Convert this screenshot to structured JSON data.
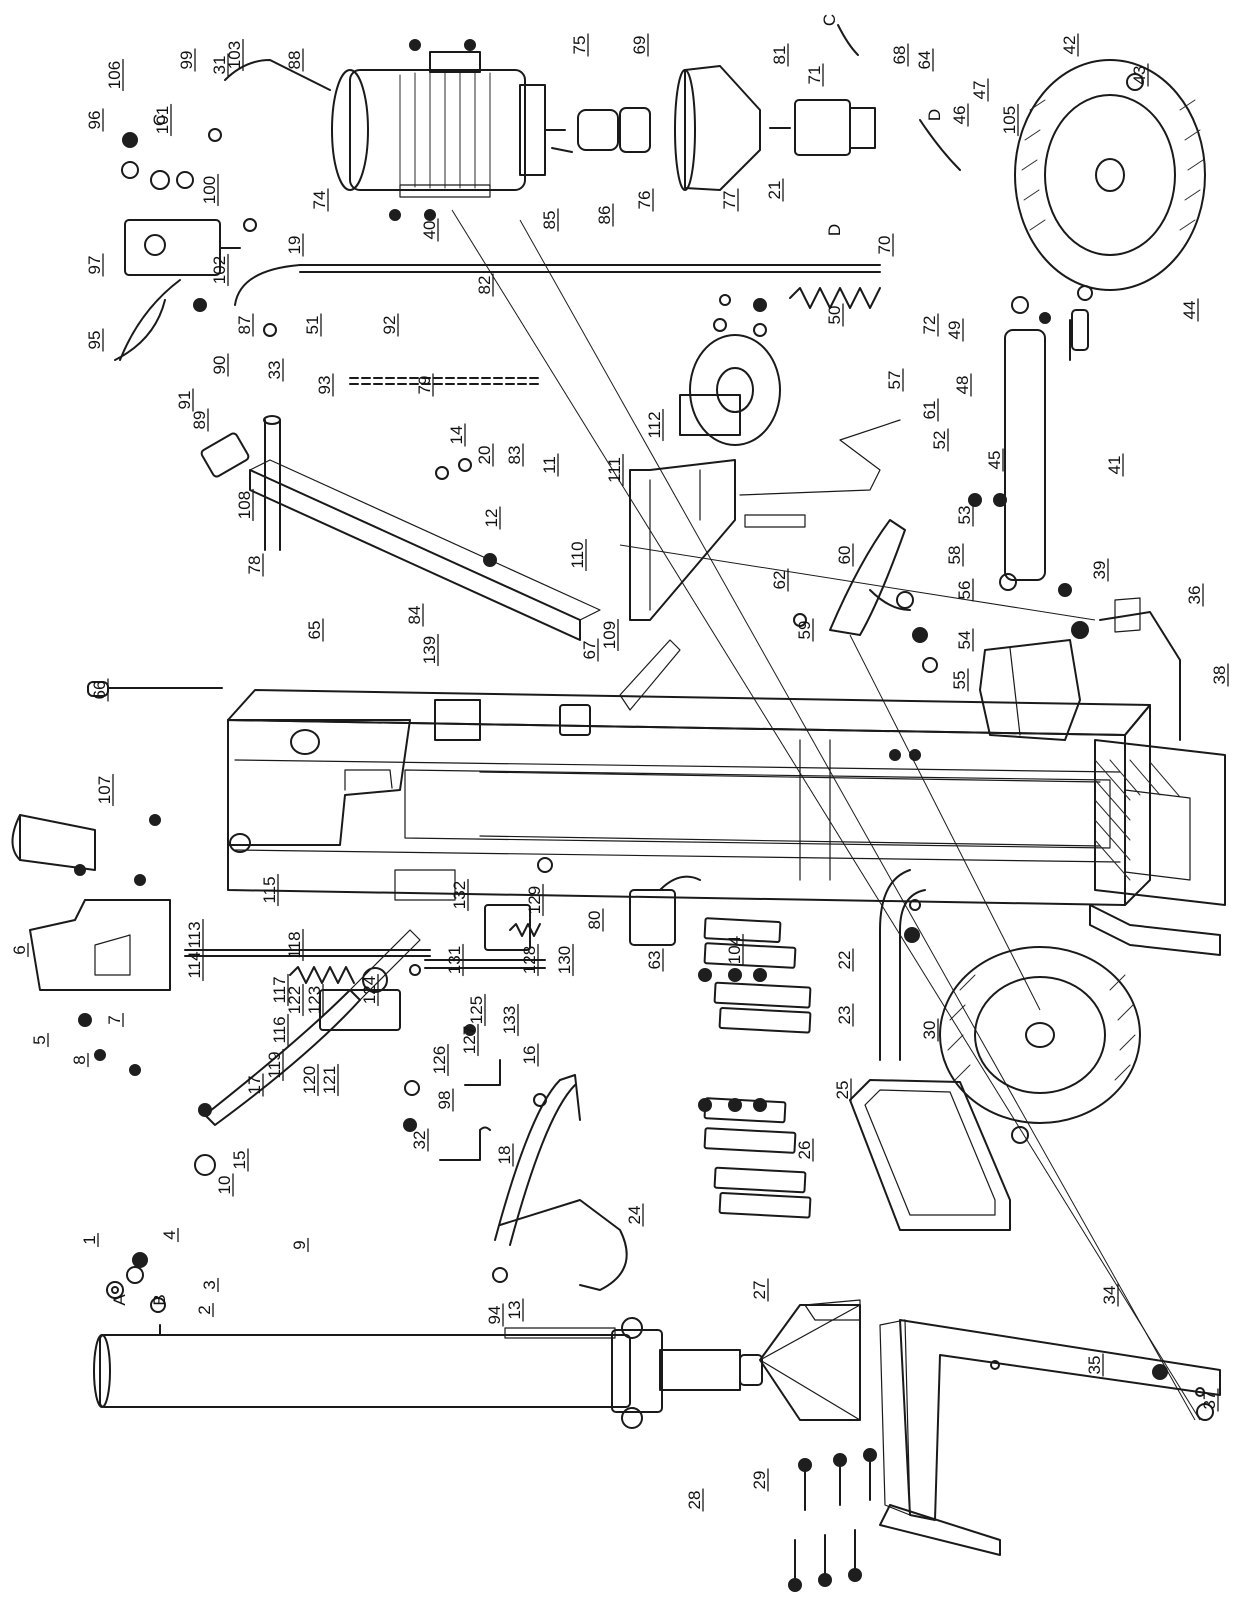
{
  "diagram": {
    "callouts": [
      "1",
      "2",
      "3",
      "4",
      "5",
      "6",
      "7",
      "8",
      "9",
      "10",
      "11",
      "12",
      "13",
      "14",
      "15",
      "16",
      "17",
      "18",
      "19",
      "20",
      "21",
      "22",
      "23",
      "24",
      "25",
      "26",
      "27",
      "28",
      "29",
      "30",
      "31",
      "32",
      "33",
      "34",
      "35",
      "36",
      "37",
      "38",
      "39",
      "40",
      "41",
      "42",
      "43",
      "44",
      "45",
      "46",
      "47",
      "48",
      "49",
      "50",
      "51",
      "52",
      "53",
      "54",
      "55",
      "56",
      "57",
      "58",
      "59",
      "60",
      "61",
      "62",
      "63",
      "64",
      "65",
      "66",
      "67",
      "68",
      "69",
      "70",
      "71",
      "72",
      "74",
      "75",
      "76",
      "77",
      "78",
      "79",
      "80",
      "81",
      "82",
      "83",
      "84",
      "85",
      "86",
      "87",
      "88",
      "89",
      "90",
      "91",
      "92",
      "93",
      "94",
      "95",
      "96",
      "97",
      "98",
      "99",
      "100",
      "101",
      "102",
      "103",
      "104",
      "105",
      "106",
      "107",
      "108",
      "109",
      "110",
      "111",
      "112",
      "113",
      "114",
      "115",
      "116",
      "117",
      "118",
      "119",
      "120",
      "121",
      "122",
      "123",
      "124",
      "125",
      "126",
      "127",
      "128",
      "129",
      "130",
      "131",
      "132",
      "133",
      "139"
    ],
    "connection_letters": [
      "A",
      "B",
      "C",
      "D"
    ]
  }
}
